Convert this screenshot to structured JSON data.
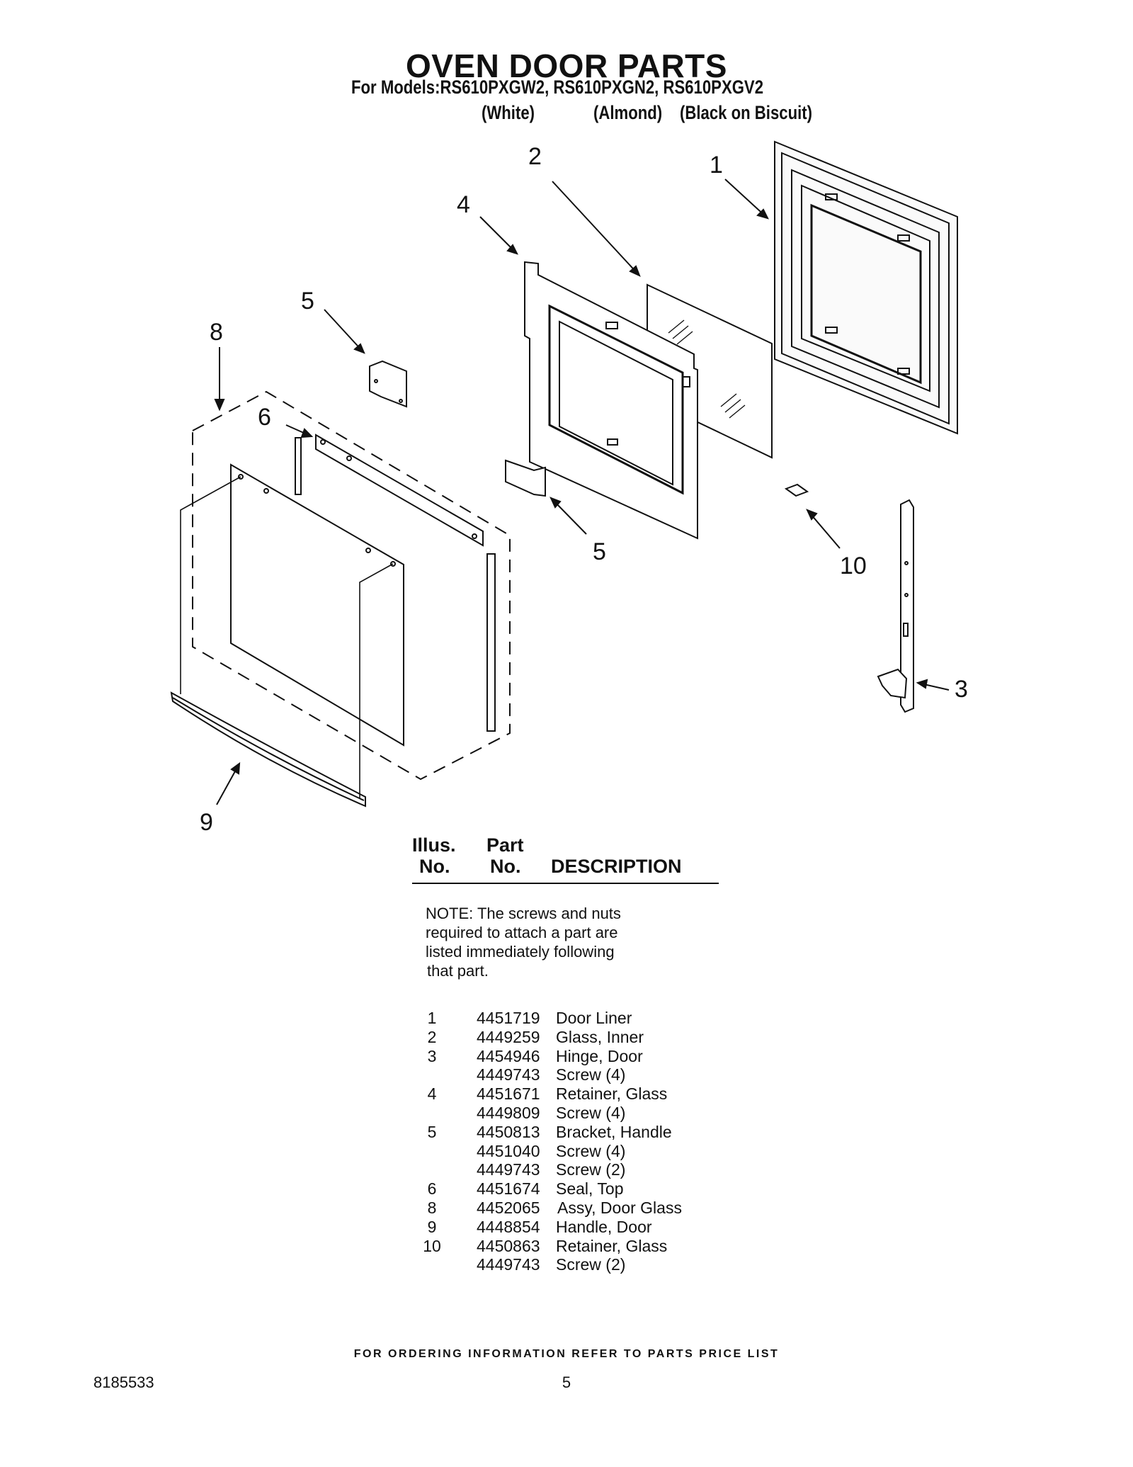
{
  "header": {
    "title": "OVEN DOOR PARTS",
    "models_line": "For Models:RS610PXGW2, RS610PXGN2, RS610PXGV2",
    "colors": [
      "(White)",
      "(Almond)",
      "(Black on Biscuit)"
    ]
  },
  "diagram": {
    "callouts": [
      "1",
      "2",
      "4",
      "5",
      "8",
      "6",
      "5",
      "10",
      "3",
      "9"
    ]
  },
  "table": {
    "headers": {
      "illus_line1": "Illus.",
      "illus_line2": "No.",
      "part_line1": "Part",
      "part_line2": "No.",
      "description": "DESCRIPTION"
    },
    "note": [
      "NOTE: The screws and nuts",
      "required to attach a part are",
      "listed immediately following",
      "that part."
    ],
    "rows": [
      {
        "illus": "1",
        "part": "4451719",
        "desc": "Door Liner"
      },
      {
        "illus": "2",
        "part": "4449259",
        "desc": "Glass, Inner"
      },
      {
        "illus": "3",
        "part": "4454946",
        "desc": "Hinge, Door"
      },
      {
        "illus": "",
        "part": "4449743",
        "desc": "Screw (4)"
      },
      {
        "illus": "4",
        "part": "4451671",
        "desc": "Retainer, Glass"
      },
      {
        "illus": "",
        "part": "4449809",
        "desc": "Screw (4)"
      },
      {
        "illus": "5",
        "part": "4450813",
        "desc": "Bracket, Handle"
      },
      {
        "illus": "",
        "part": "4451040",
        "desc": "Screw (4)"
      },
      {
        "illus": "",
        "part": "4449743",
        "desc": "Screw (2)"
      },
      {
        "illus": "6",
        "part": "4451674",
        "desc": "Seal, Top"
      },
      {
        "illus": "8",
        "part": "4452065",
        "desc": "Assy, Door Glass"
      },
      {
        "illus": "9",
        "part": "4448854",
        "desc": "Handle, Door"
      },
      {
        "illus": "10",
        "part": "4450863",
        "desc": "Retainer, Glass"
      },
      {
        "illus": "",
        "part": "4449743",
        "desc": "Screw (2)"
      }
    ]
  },
  "footer": {
    "ordering_note": "FOR ORDERING INFORMATION REFER TO PARTS PRICE LIST",
    "doc_number": "8185533",
    "page_number": "5"
  }
}
